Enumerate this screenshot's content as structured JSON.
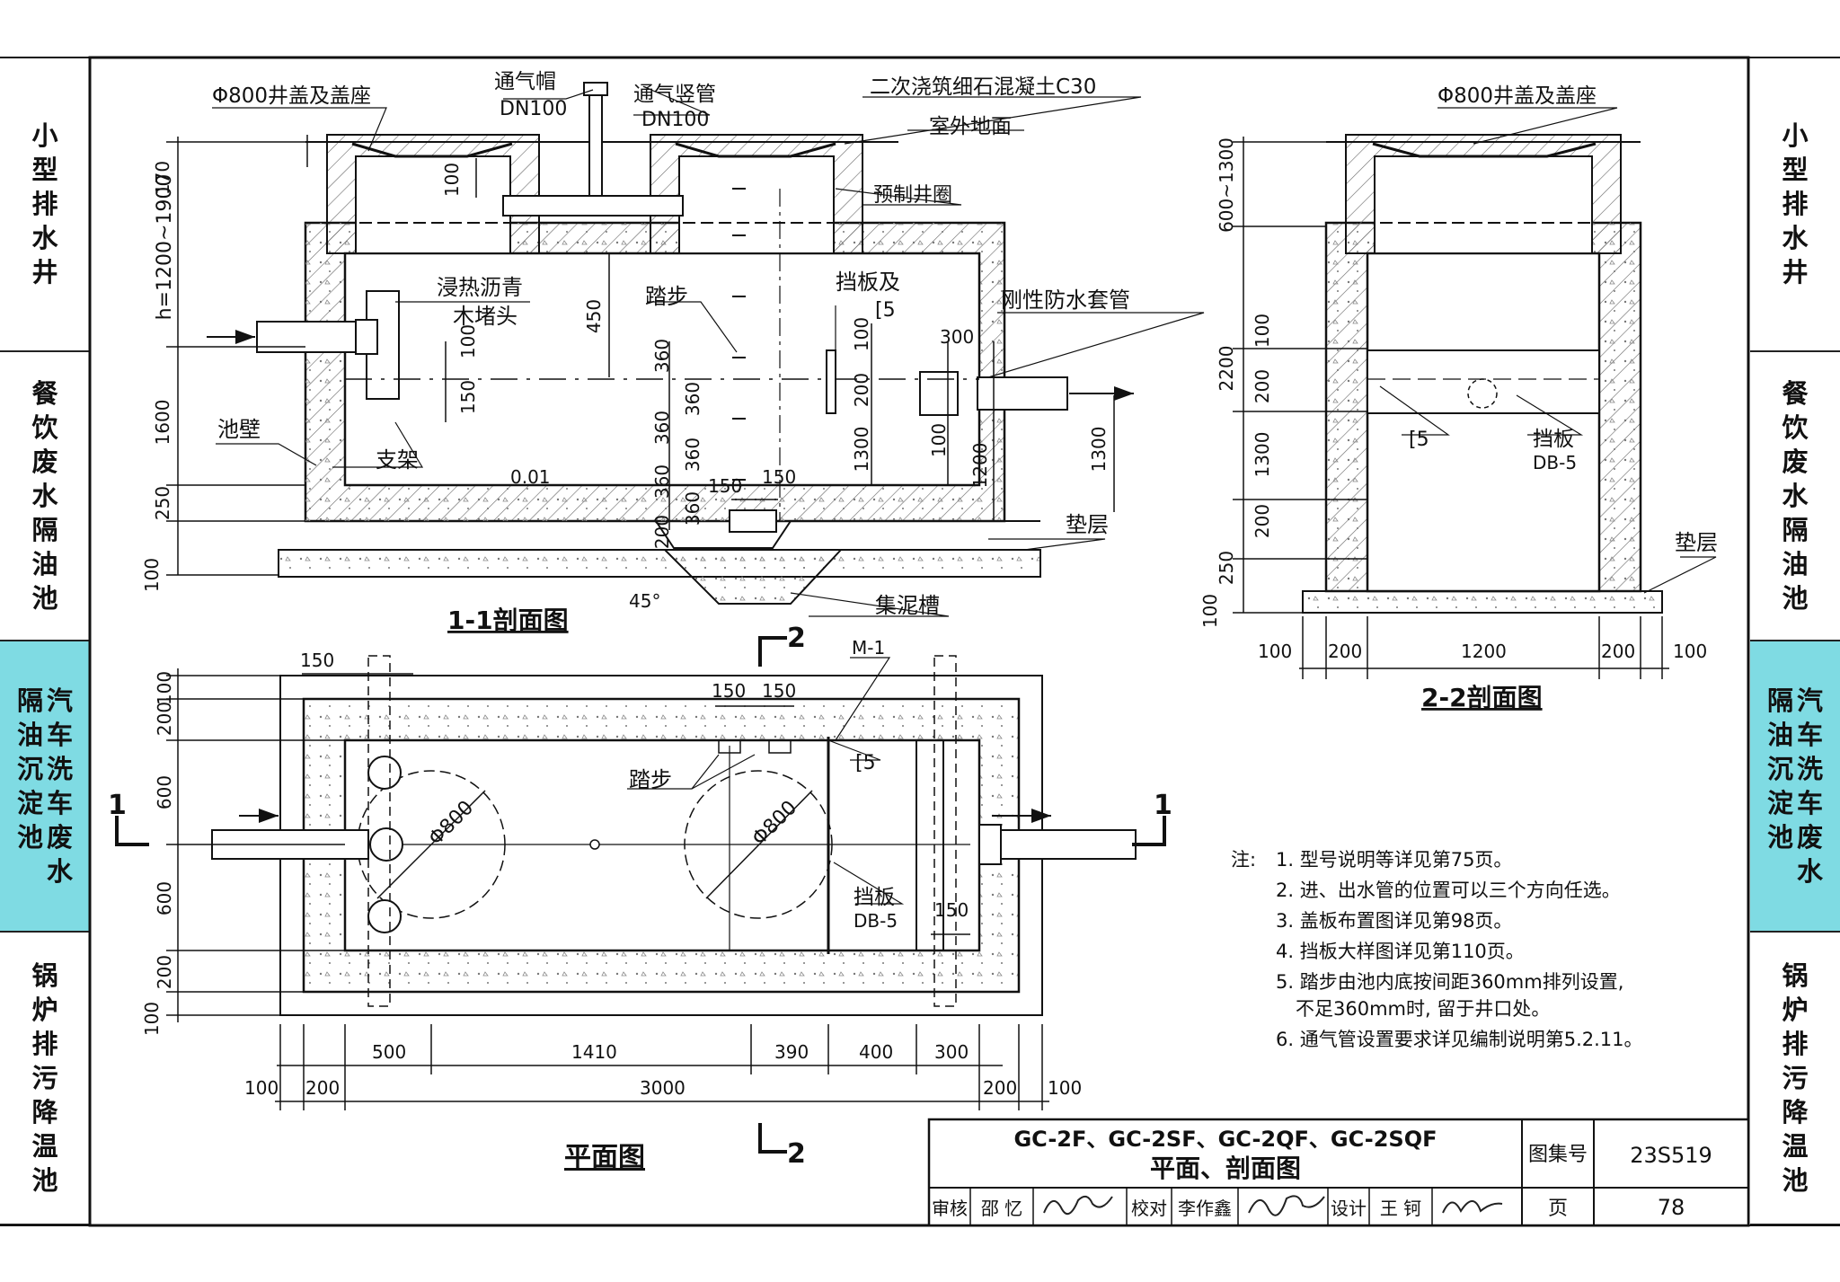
{
  "sidebar_left": [
    {
      "lines": [
        "小型排水井"
      ],
      "active": false
    },
    {
      "lines": [
        "餐饮废水隔油池"
      ],
      "active": false
    },
    {
      "lines": [
        "汽车洗车废水",
        "隔油沉淀池"
      ],
      "active": true
    },
    {
      "lines": [
        "锅炉排污降温池"
      ],
      "active": false
    }
  ],
  "sidebar_right": [
    {
      "lines": [
        "小型排水井"
      ],
      "active": false
    },
    {
      "lines": [
        "餐饮废水隔油池"
      ],
      "active": false
    },
    {
      "lines": [
        "汽车洗车废水",
        "隔油沉淀池"
      ],
      "active": true
    },
    {
      "lines": [
        "锅炉排污降温池"
      ],
      "active": false
    }
  ],
  "section11": {
    "title": "1-1剖面图",
    "labels": {
      "cover": "Φ800井盖及盖座",
      "vent_cap": "通气帽",
      "vent_cap_dn": "DN100",
      "vent_pipe": "通气竖管",
      "vent_pipe_dn": "DN100",
      "concrete": "二次浇筑细石混凝土C30",
      "ground": "室外地面",
      "ring": "预制井圈",
      "plug1": "浸热沥青",
      "plug2": "木堵头",
      "step": "踏步",
      "baffle": "挡板及",
      "baffle_c5": "[5",
      "sleeve": "刚性防水套管",
      "wall": "池壁",
      "support": "支架",
      "slope": "0.01",
      "cushion": "垫层",
      "sump": "集泥槽",
      "angle": "45°"
    },
    "dims": {
      "d170": "170",
      "d100a": "100",
      "h_range": "h=1200~1900",
      "d450": "450",
      "d1600": "1600",
      "d250": "250",
      "d100b": "100",
      "d100c": "100",
      "d150": "150",
      "d360a": "360",
      "d360b": "360",
      "d360c": "360",
      "d360d": "360",
      "d360e": "360",
      "d360f": "360",
      "d200a": "200",
      "d150a": "150",
      "d150b": "150",
      "d100d": "100",
      "d200b": "200",
      "d1300a": "1300",
      "d300": "300",
      "d100e": "100",
      "d1200": "1200",
      "d1300b": "1300"
    }
  },
  "section22": {
    "title": "2-2剖面图",
    "labels": {
      "cover": "Φ800井盖及盖座",
      "c5": "[5",
      "baffle": "挡板",
      "baffle_code": "DB-5",
      "cushion": "垫层"
    },
    "dims": {
      "d600_1300": "600~1300",
      "d2200": "2200",
      "d100": "100",
      "d200a": "200",
      "d1300": "1300",
      "d200b": "200",
      "d250": "250",
      "d100b": "100",
      "w100a": "100",
      "w200a": "200",
      "w1200": "1200",
      "w200b": "200",
      "w100b": "100"
    }
  },
  "plan": {
    "title": "平面图",
    "labels": {
      "m1": "M-1",
      "c5": "[5",
      "step": "踏步",
      "phi1": "Φ800",
      "phi2": "Φ800",
      "baffle": "挡板",
      "baffle_code": "DB-5",
      "cut1": "1",
      "cut1b": "1",
      "cut2": "2",
      "cut2b": "2"
    },
    "dims": {
      "v100a": "100",
      "v200a": "200",
      "v600a": "600",
      "v600b": "600",
      "v200b": "200",
      "v100b": "100",
      "t150": "150",
      "t150a": "150",
      "t150b": "150",
      "r150": "150",
      "b500": "500",
      "b1410": "1410",
      "b390": "390",
      "b400": "400",
      "b300": "300",
      "c100a": "100",
      "c200a": "200",
      "c3000": "3000",
      "c200b": "200",
      "c100b": "100"
    }
  },
  "notes": {
    "prefix": "注:",
    "items": [
      "1. 型号说明等详见第75页。",
      "2. 进、出水管的位置可以三个方向任选。",
      "3. 盖板布置图详见第98页。",
      "4. 挡板大样图详见第110页。",
      "5. 踏步由池内底按间距360mm排列设置,",
      "不足360mm时, 留于井口处。",
      "6. 通气管设置要求详见编制说明第5.2.11。"
    ]
  },
  "title_block": {
    "title_line1": "GC-2F、GC-2SF、GC-2QF、GC-2SQF",
    "title_line2": "平面、剖面图",
    "atlas_label": "图集号",
    "atlas_no": "23S519",
    "review_label": "审核",
    "reviewer": "邵 忆",
    "check_label": "校对",
    "checker": "李作鑫",
    "design_label": "设计",
    "designer": "王 钶",
    "page_label": "页",
    "page_no": "78"
  },
  "colors": {
    "active_tab": "#7fdbe3",
    "line": "#111111",
    "hatch": "#555555"
  }
}
